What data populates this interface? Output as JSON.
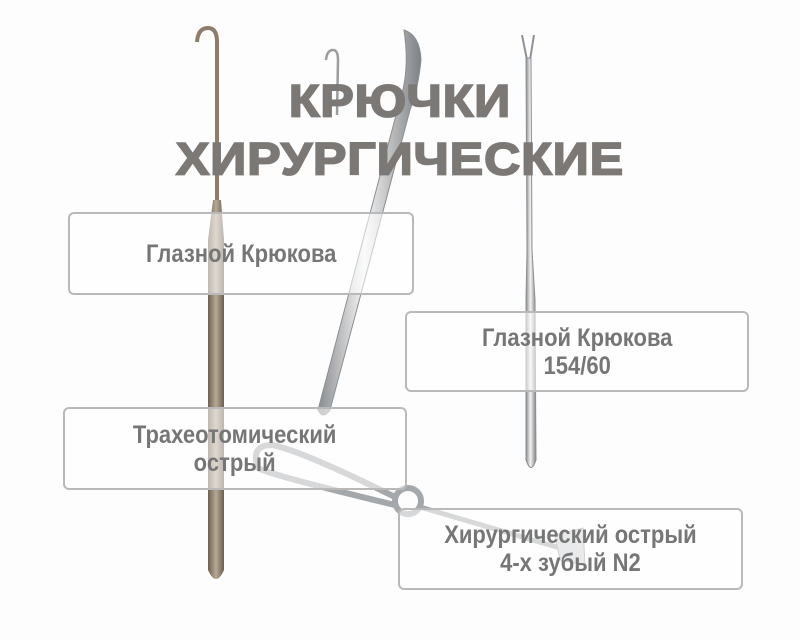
{
  "title": {
    "line1": "КРЮЧКИ",
    "line2": "ХИРУРГИЧЕСКИЕ"
  },
  "labels": [
    {
      "text": "Глазной Крюкова"
    },
    {
      "text": "Глазной Крюкова\n154/60"
    },
    {
      "text": "Трахеотомический\nострый"
    },
    {
      "text": "Хирургический острый\n4-х зубый N2"
    }
  ],
  "colors": {
    "title": "#7b7875",
    "label_text": "#767676",
    "label_border": "#b9b9b9"
  }
}
